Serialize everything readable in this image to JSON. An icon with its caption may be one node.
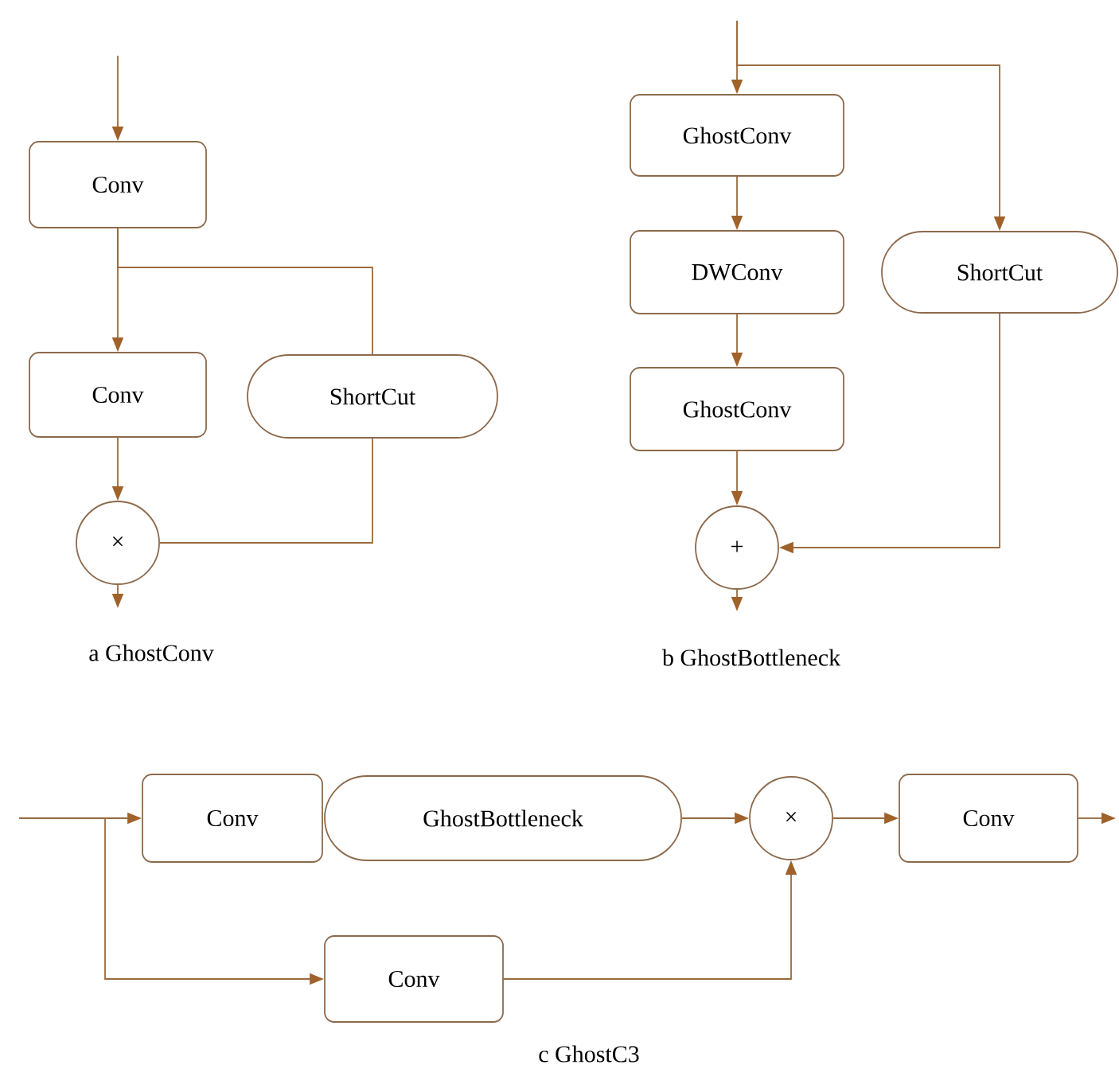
{
  "diagram": {
    "nodes": [
      {
        "text": [
          "Conv"
        ]
      },
      {
        "text": [
          "Conv"
        ]
      },
      {
        "text": [
          "ShortCut"
        ]
      },
      {
        "text": [
          "×"
        ]
      },
      {
        "text": [
          "GhostConv"
        ]
      },
      {
        "text": [
          "DWConv"
        ]
      },
      {
        "text": [
          "GhostConv"
        ]
      },
      {
        "text": [
          "ShortCut"
        ]
      },
      {
        "text": [
          "+"
        ]
      },
      {
        "text": [
          "Conv"
        ]
      },
      {
        "text": [
          "GhostBottleneck"
        ]
      },
      {
        "text": [
          "×"
        ]
      },
      {
        "text": [
          "Conv"
        ]
      },
      {
        "text": [
          "Conv"
        ]
      }
    ],
    "edges": [
      {
        "from": null,
        "to": 0,
        "arrow": "to"
      },
      {
        "from": 0,
        "to": 1,
        "arrow": "to"
      },
      {
        "from": 0,
        "to": 2,
        "arrow": "none"
      },
      {
        "from": 2,
        "to": 3,
        "arrow": "none"
      },
      {
        "from": 1,
        "to": 3,
        "arrow": "to"
      },
      {
        "from": 3,
        "to": null,
        "arrow": "to"
      },
      {
        "from": null,
        "to": 4,
        "arrow": "to"
      },
      {
        "from": null,
        "to": 7,
        "arrow": "to"
      },
      {
        "from": 4,
        "to": 5,
        "arrow": "to"
      },
      {
        "from": 5,
        "to": 6,
        "arrow": "to"
      },
      {
        "from": 6,
        "to": 8,
        "arrow": "to"
      },
      {
        "from": 7,
        "to": 8,
        "arrow": "to"
      },
      {
        "from": 8,
        "to": null,
        "arrow": "to"
      },
      {
        "from": null,
        "to": 9,
        "arrow": "to"
      },
      {
        "from": null,
        "to": 13,
        "arrow": "to"
      },
      {
        "from": 10,
        "to": 11,
        "arrow": "to"
      },
      {
        "from": 11,
        "to": 12,
        "arrow": "to"
      },
      {
        "from": 13,
        "to": 11,
        "arrow": "to"
      },
      {
        "from": 12,
        "to": null,
        "arrow": "to"
      }
    ],
    "labels": [
      "a GhostConv",
      "b GhostBottleneck",
      "c GhostC3"
    ]
  }
}
